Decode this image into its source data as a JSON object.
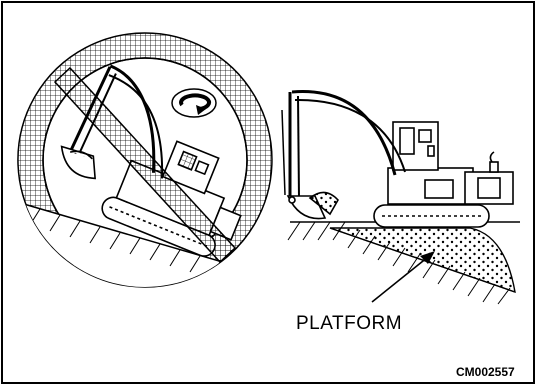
{
  "figure": {
    "platform_label": "PLATFORM",
    "figure_code": "CM002557"
  },
  "panels": {
    "left": {
      "meaning": "prohibited",
      "icon": "prohibition-sign-icon"
    },
    "right": {
      "meaning": "correct",
      "icon": "excavator-on-platform-icon"
    }
  },
  "colors": {
    "line": "#000000",
    "background": "#ffffff"
  }
}
